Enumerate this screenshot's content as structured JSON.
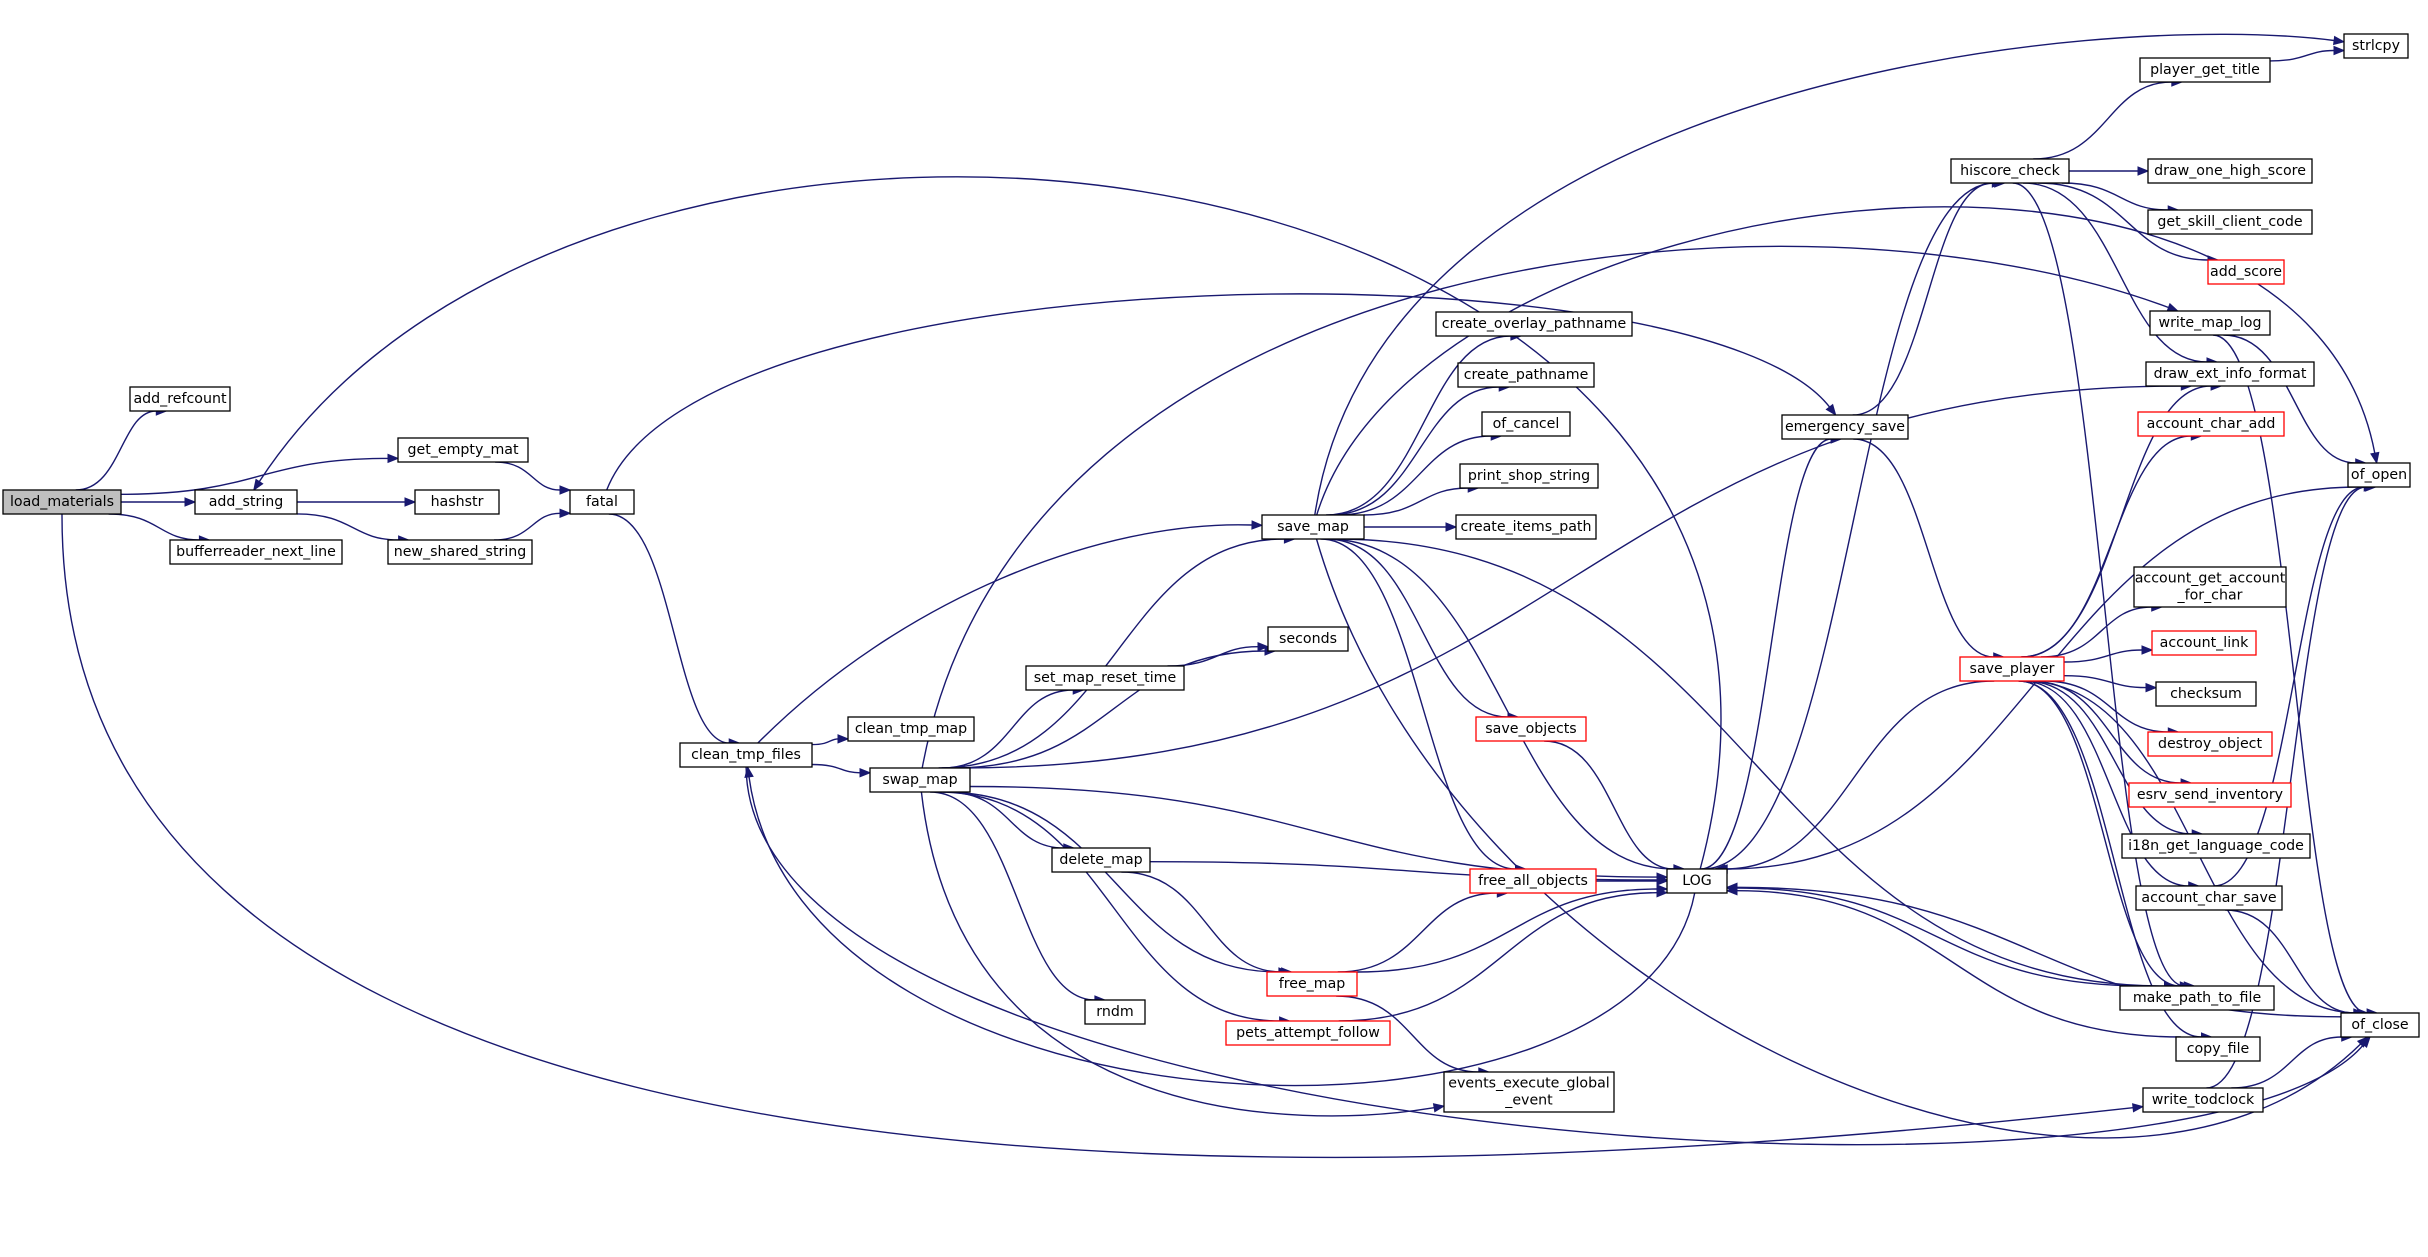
{
  "graph": {
    "colors": {
      "edge": "#191970",
      "node_border": "#000000",
      "node_border_truncated": "#ff0000",
      "root_fill": "#bfbfbf",
      "node_fill": "#ffffff"
    },
    "nodes": [
      {
        "id": "load_materials",
        "lines": [
          "load_materials"
        ],
        "style": "root"
      },
      {
        "id": "add_refcount",
        "lines": [
          "add_refcount"
        ],
        "style": "normal"
      },
      {
        "id": "get_empty_mat",
        "lines": [
          "get_empty_mat"
        ],
        "style": "normal"
      },
      {
        "id": "add_string",
        "lines": [
          "add_string"
        ],
        "style": "normal"
      },
      {
        "id": "bufferreader_next_line",
        "lines": [
          "bufferreader_next_line"
        ],
        "style": "normal"
      },
      {
        "id": "hashstr",
        "lines": [
          "hashstr"
        ],
        "style": "normal"
      },
      {
        "id": "new_shared_string",
        "lines": [
          "new_shared_string"
        ],
        "style": "normal"
      },
      {
        "id": "fatal",
        "lines": [
          "fatal"
        ],
        "style": "normal"
      },
      {
        "id": "clean_tmp_files",
        "lines": [
          "clean_tmp_files"
        ],
        "style": "normal"
      },
      {
        "id": "clean_tmp_map",
        "lines": [
          "clean_tmp_map"
        ],
        "style": "normal"
      },
      {
        "id": "swap_map",
        "lines": [
          "swap_map"
        ],
        "style": "normal"
      },
      {
        "id": "set_map_reset_time",
        "lines": [
          "set_map_reset_time"
        ],
        "style": "normal"
      },
      {
        "id": "seconds",
        "lines": [
          "seconds"
        ],
        "style": "normal"
      },
      {
        "id": "save_map",
        "lines": [
          "save_map"
        ],
        "style": "normal"
      },
      {
        "id": "delete_map",
        "lines": [
          "delete_map"
        ],
        "style": "normal"
      },
      {
        "id": "rndm",
        "lines": [
          "rndm"
        ],
        "style": "normal"
      },
      {
        "id": "free_map",
        "lines": [
          "free_map"
        ],
        "style": "truncated"
      },
      {
        "id": "pets_attempt_follow",
        "lines": [
          "pets_attempt_follow"
        ],
        "style": "truncated"
      },
      {
        "id": "events_execute_global_event",
        "lines": [
          "events_execute_global",
          "_event"
        ],
        "style": "normal"
      },
      {
        "id": "create_overlay_pathname",
        "lines": [
          "create_overlay_pathname"
        ],
        "style": "normal"
      },
      {
        "id": "create_pathname",
        "lines": [
          "create_pathname"
        ],
        "style": "normal"
      },
      {
        "id": "of_cancel",
        "lines": [
          "of_cancel"
        ],
        "style": "normal"
      },
      {
        "id": "print_shop_string",
        "lines": [
          "print_shop_string"
        ],
        "style": "normal"
      },
      {
        "id": "create_items_path",
        "lines": [
          "create_items_path"
        ],
        "style": "normal"
      },
      {
        "id": "save_objects",
        "lines": [
          "save_objects"
        ],
        "style": "truncated"
      },
      {
        "id": "free_all_objects",
        "lines": [
          "free_all_objects"
        ],
        "style": "truncated"
      },
      {
        "id": "LOG",
        "lines": [
          "LOG"
        ],
        "style": "normal"
      },
      {
        "id": "emergency_save",
        "lines": [
          "emergency_save"
        ],
        "style": "normal"
      },
      {
        "id": "hiscore_check",
        "lines": [
          "hiscore_check"
        ],
        "style": "normal"
      },
      {
        "id": "save_player",
        "lines": [
          "save_player"
        ],
        "style": "truncated"
      },
      {
        "id": "strlcpy",
        "lines": [
          "strlcpy"
        ],
        "style": "normal"
      },
      {
        "id": "player_get_title",
        "lines": [
          "player_get_title"
        ],
        "style": "normal"
      },
      {
        "id": "draw_one_high_score",
        "lines": [
          "draw_one_high_score"
        ],
        "style": "normal"
      },
      {
        "id": "get_skill_client_code",
        "lines": [
          "get_skill_client_code"
        ],
        "style": "normal"
      },
      {
        "id": "add_score",
        "lines": [
          "add_score"
        ],
        "style": "truncated"
      },
      {
        "id": "write_map_log",
        "lines": [
          "write_map_log"
        ],
        "style": "normal"
      },
      {
        "id": "draw_ext_info_format",
        "lines": [
          "draw_ext_info_format"
        ],
        "style": "normal"
      },
      {
        "id": "account_char_add",
        "lines": [
          "account_char_add"
        ],
        "style": "truncated"
      },
      {
        "id": "of_open",
        "lines": [
          "of_open"
        ],
        "style": "normal"
      },
      {
        "id": "account_get_account_for_char",
        "lines": [
          "account_get_account",
          "_for_char"
        ],
        "style": "normal"
      },
      {
        "id": "account_link",
        "lines": [
          "account_link"
        ],
        "style": "truncated"
      },
      {
        "id": "checksum",
        "lines": [
          "checksum"
        ],
        "style": "normal"
      },
      {
        "id": "destroy_object",
        "lines": [
          "destroy_object"
        ],
        "style": "truncated"
      },
      {
        "id": "esrv_send_inventory",
        "lines": [
          "esrv_send_inventory"
        ],
        "style": "truncated"
      },
      {
        "id": "i18n_get_language_code",
        "lines": [
          "i18n_get_language_code"
        ],
        "style": "normal"
      },
      {
        "id": "account_char_save",
        "lines": [
          "account_char_save"
        ],
        "style": "normal"
      },
      {
        "id": "make_path_to_file",
        "lines": [
          "make_path_to_file"
        ],
        "style": "normal"
      },
      {
        "id": "copy_file",
        "lines": [
          "copy_file"
        ],
        "style": "normal"
      },
      {
        "id": "of_close",
        "lines": [
          "of_close"
        ],
        "style": "normal"
      },
      {
        "id": "write_todclock",
        "lines": [
          "write_todclock"
        ],
        "style": "normal"
      }
    ],
    "edges": [
      [
        "load_materials",
        "add_refcount"
      ],
      [
        "load_materials",
        "get_empty_mat"
      ],
      [
        "load_materials",
        "add_string"
      ],
      [
        "load_materials",
        "bufferreader_next_line"
      ],
      [
        "load_materials",
        "write_todclock"
      ],
      [
        "get_empty_mat",
        "fatal"
      ],
      [
        "add_string",
        "hashstr"
      ],
      [
        "add_string",
        "new_shared_string"
      ],
      [
        "new_shared_string",
        "fatal"
      ],
      [
        "fatal",
        "clean_tmp_files"
      ],
      [
        "fatal",
        "emergency_save"
      ],
      [
        "clean_tmp_files",
        "clean_tmp_map"
      ],
      [
        "clean_tmp_files",
        "swap_map"
      ],
      [
        "clean_tmp_files",
        "save_map"
      ],
      [
        "clean_tmp_files",
        "of_close"
      ],
      [
        "swap_map",
        "save_map"
      ],
      [
        "swap_map",
        "seconds"
      ],
      [
        "swap_map",
        "set_map_reset_time"
      ],
      [
        "swap_map",
        "delete_map"
      ],
      [
        "swap_map",
        "free_map"
      ],
      [
        "swap_map",
        "pets_attempt_follow"
      ],
      [
        "swap_map",
        "rndm"
      ],
      [
        "swap_map",
        "events_execute_global_event"
      ],
      [
        "swap_map",
        "LOG"
      ],
      [
        "swap_map",
        "write_map_log"
      ],
      [
        "swap_map",
        "draw_ext_info_format"
      ],
      [
        "set_map_reset_time",
        "seconds"
      ],
      [
        "delete_map",
        "free_map"
      ],
      [
        "delete_map",
        "LOG"
      ],
      [
        "free_map",
        "free_all_objects"
      ],
      [
        "free_map",
        "LOG"
      ],
      [
        "free_map",
        "events_execute_global_event"
      ],
      [
        "pets_attempt_follow",
        "LOG"
      ],
      [
        "save_map",
        "create_overlay_pathname"
      ],
      [
        "save_map",
        "create_pathname"
      ],
      [
        "save_map",
        "of_cancel"
      ],
      [
        "save_map",
        "print_shop_string"
      ],
      [
        "save_map",
        "create_items_path"
      ],
      [
        "save_map",
        "save_objects"
      ],
      [
        "save_map",
        "free_all_objects"
      ],
      [
        "save_map",
        "LOG"
      ],
      [
        "save_map",
        "make_path_to_file"
      ],
      [
        "save_map",
        "of_open"
      ],
      [
        "save_map",
        "strlcpy"
      ],
      [
        "save_map",
        "of_close"
      ],
      [
        "save_objects",
        "LOG"
      ],
      [
        "free_all_objects",
        "LOG"
      ],
      [
        "LOG",
        "clean_tmp_files"
      ],
      [
        "LOG",
        "emergency_save"
      ],
      [
        "LOG",
        "hiscore_check"
      ],
      [
        "LOG",
        "add_string"
      ],
      [
        "emergency_save",
        "hiscore_check"
      ],
      [
        "emergency_save",
        "save_player"
      ],
      [
        "save_player",
        "LOG"
      ],
      [
        "save_player",
        "account_char_add"
      ],
      [
        "save_player",
        "draw_ext_info_format"
      ],
      [
        "save_player",
        "account_get_account_for_char"
      ],
      [
        "save_player",
        "account_link"
      ],
      [
        "save_player",
        "checksum"
      ],
      [
        "save_player",
        "destroy_object"
      ],
      [
        "save_player",
        "esrv_send_inventory"
      ],
      [
        "save_player",
        "i18n_get_language_code"
      ],
      [
        "save_player",
        "account_char_save"
      ],
      [
        "save_player",
        "make_path_to_file"
      ],
      [
        "save_player",
        "copy_file"
      ],
      [
        "save_player",
        "of_close"
      ],
      [
        "hiscore_check",
        "player_get_title"
      ],
      [
        "hiscore_check",
        "draw_one_high_score"
      ],
      [
        "hiscore_check",
        "get_skill_client_code"
      ],
      [
        "hiscore_check",
        "add_score"
      ],
      [
        "hiscore_check",
        "draw_ext_info_format"
      ],
      [
        "hiscore_check",
        "make_path_to_file"
      ],
      [
        "player_get_title",
        "strlcpy"
      ],
      [
        "write_map_log",
        "of_open"
      ],
      [
        "write_map_log",
        "of_close"
      ],
      [
        "of_open",
        "LOG"
      ],
      [
        "account_char_save",
        "of_open"
      ],
      [
        "account_char_save",
        "of_close"
      ],
      [
        "make_path_to_file",
        "LOG"
      ],
      [
        "copy_file",
        "LOG"
      ],
      [
        "of_close",
        "LOG"
      ],
      [
        "write_todclock",
        "of_open"
      ],
      [
        "write_todclock",
        "of_close"
      ]
    ]
  }
}
